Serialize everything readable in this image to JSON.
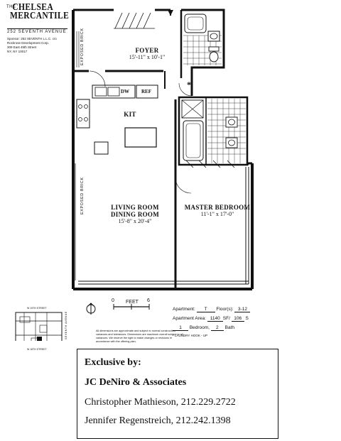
{
  "brand": {
    "prefix": "THE",
    "name_line1": "CHELSEA",
    "name_line2": "MERCANTILE",
    "address": "252 SEVENTH AVENUE",
    "sponsor_lines": [
      "Sponsor: 252 SEVENTH L.L.C. c/o",
      "Rockrose Development Corp.",
      "309 East 45th Street",
      "NY, NY 10017"
    ]
  },
  "rooms": {
    "foyer": {
      "name": "FOYER",
      "dims": "15'-11\" x 10'-1\""
    },
    "kit": {
      "name": "KIT"
    },
    "dw": {
      "name": "DW"
    },
    "ref": {
      "name": "REF"
    },
    "living": {
      "name_line1": "LIVING ROOM",
      "name_line2": "DINING ROOM",
      "dims": "15'-8\" x 20'-4\""
    },
    "master": {
      "name": "MASTER BEDROOM",
      "dims": "11'-1\" x 17'-0\""
    }
  },
  "wall_labels": {
    "exposed_brick_top": "EXPOSED BRICK",
    "exposed_brick_bottom": "EXPOSED BRICK"
  },
  "laundry_marker": "*",
  "key_plan": {
    "street_top": "W 19TH STREET",
    "street_bottom": "W 18TH STREET",
    "avenue_side": "SEVENTH AVENUE"
  },
  "scale": {
    "start": "0",
    "label": "FEET",
    "end": "6"
  },
  "apartment_info": {
    "apartment_label": "Apartment:",
    "apartment_value": "T",
    "floors_label": "Floor(s):",
    "floors_value": "3-12",
    "area_label": "Apartment Area:",
    "area_value": "1140",
    "area_unit": "SF/",
    "area_metric_value": "106",
    "area_metric_unit": "S",
    "bedrooms_value": "1",
    "bedrooms_label": "Bedroom,",
    "baths_value": "2",
    "baths_label": "Bath",
    "laundry_note": "* LAUNDRY HOOK - UP"
  },
  "disclaimer": "All dimensions are approximate and subject to normal construction variances and tolerances. Dimensions are maximum overall subject to all variances. We reserve the right to make changes or revisions in accordance with the offering plan.",
  "contact": {
    "header": "Exclusive by:",
    "firm": "JC DeNiro & Associates",
    "agents": [
      "Christopher Mathieson, 212.229.2722",
      "Jennifer Regenstreich, 212.242.1398"
    ]
  }
}
